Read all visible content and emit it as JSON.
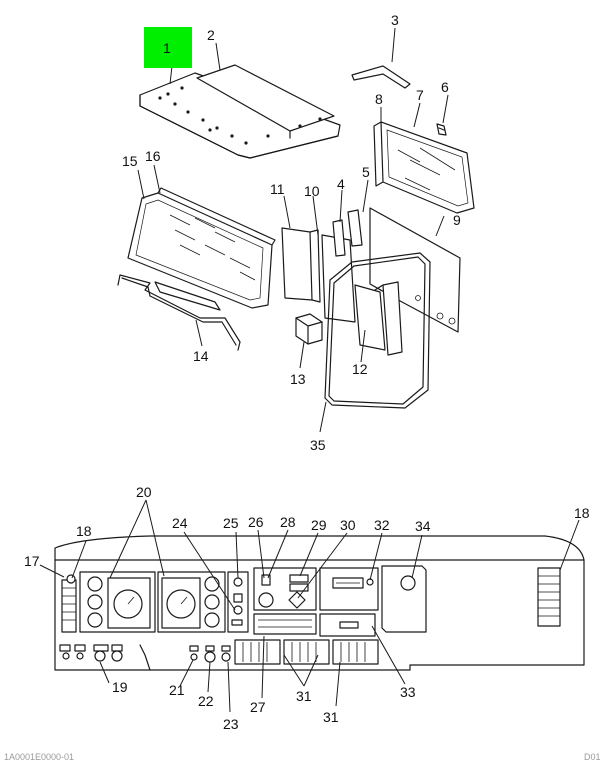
{
  "highlight_color": "#00ee00",
  "callouts": {
    "c1": "1",
    "c2": "2",
    "c3": "3",
    "c4": "4",
    "c5": "5",
    "c6": "6",
    "c7": "7",
    "c8": "8",
    "c9": "9",
    "c10": "10",
    "c11": "11",
    "c12": "12",
    "c13": "13",
    "c14": "14",
    "c15": "15",
    "c16": "16",
    "c17": "17",
    "c18a": "18",
    "c18b": "18",
    "c19": "19",
    "c20": "20",
    "c21": "21",
    "c22": "22",
    "c23": "23",
    "c24": "24",
    "c25": "25",
    "c26": "26",
    "c27": "27",
    "c28": "28",
    "c29": "29",
    "c30": "30",
    "c31a": "31",
    "c31b": "31",
    "c32": "32",
    "c33": "33",
    "c34": "34",
    "c35": "35"
  },
  "footer": {
    "left": "1A0001E0000-01",
    "right": "D01"
  }
}
